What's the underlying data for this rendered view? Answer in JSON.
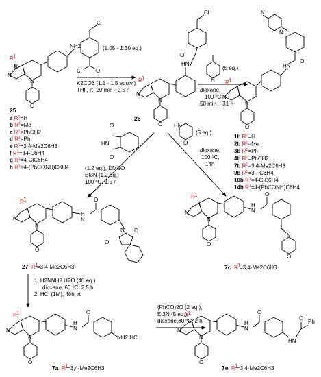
{
  "labels": {
    "N": "N",
    "O": "O",
    "H": "H",
    "NH": "NH",
    "HN": "HN",
    "N_NH": "N",
    "NH2": "NH2",
    "Cl": "Cl",
    "R1": "R"
  },
  "compounds": {
    "c25": "25",
    "c26": "26",
    "c27": "27",
    "c7a": "7a",
    "c7c": "7c",
    "c7e": "7e",
    "r_3_4_Me2C6H3": "=3,4-Me2C6H3",
    "nh2_hcl": "NH2.HCl"
  },
  "series25": [
    {
      "letter": "a",
      "text": "=H"
    },
    {
      "letter": "b",
      "text": "=Me"
    },
    {
      "letter": "c",
      "text": "=PhCH2"
    },
    {
      "letter": "d",
      "text": "=Ph"
    },
    {
      "letter": "e",
      "text": "=3,4-Me2C6H3"
    },
    {
      "letter": "f",
      "text": "=3-FC6H4"
    },
    {
      "letter": "g",
      "text": "=4-ClC6H4"
    },
    {
      "letter": "h",
      "text": "=4-(PhCONH)C6H4"
    }
  ],
  "seriesRight": [
    {
      "id": "1b",
      "text": "=H"
    },
    {
      "id": "2b",
      "text": "=Me"
    },
    {
      "id": "3b",
      "text": "=Ph"
    },
    {
      "id": "4b",
      "text": "=PhCH2"
    },
    {
      "id": "7b",
      "text": "=3,4-Me2C6H3"
    },
    {
      "id": "9b",
      "text": "=3-FC6H4"
    },
    {
      "id": "10b",
      "text": "=4-ClC6H4"
    },
    {
      "id": "14b",
      "text": "=4-(PhCONH)C6H4"
    }
  ],
  "conditions": {
    "step1_eq": "(1.05 - 1.30 eq.)",
    "step1_a": "K2CO3 (1.1 - 1.5 equiv.)",
    "step1_b": "THF, rt, 20 min - 2.5 h",
    "step2_eq": "(5 eq.)",
    "step2_a": "dioxane,",
    "step2_b": "100 ºC,",
    "step2_c": "50 min. - 31 h",
    "step3_eq": "(5 eq.)",
    "step3_a": "dioxane,",
    "step3_b": "100 ºC,",
    "step3_c": "14h",
    "step4_a": "(1.2 eq.), DMSO",
    "step4_b": "Et3N (1.2 eq.)",
    "step4_c": "100 ºC, 1.5 h",
    "step5_a": "1. H2NNH2.H2O (40 eq.)",
    "step5_b": "dioxane, 60 ºC, 2.5 h",
    "step5_c": "2. HCl (1M), 48h, rt",
    "step6_a": "(PhCO)2O (2 eq.),",
    "step6_b": "Et3N (5 eq.),",
    "step6_c": "dioxane,80 ºC, 2 h"
  }
}
